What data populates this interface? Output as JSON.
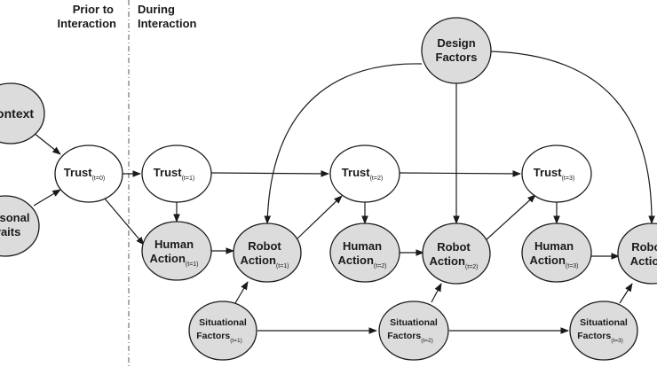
{
  "headers": {
    "prior": [
      "Prior to",
      "Interaction"
    ],
    "during": [
      "During",
      "Interaction"
    ]
  },
  "nodes": {
    "context": {
      "lines": [
        "Context"
      ]
    },
    "personal_traits": {
      "lines": [
        "Personal",
        "Traits"
      ]
    },
    "design_factors": {
      "lines": [
        "Design",
        "Factors"
      ]
    },
    "trust_t0": {
      "main": "Trust",
      "sub": "(t=0)"
    },
    "trust_t1": {
      "main": "Trust",
      "sub": "(t=1)"
    },
    "trust_t2": {
      "main": "Trust",
      "sub": "(t=2)"
    },
    "trust_t3": {
      "main": "Trust",
      "sub": "(t=3)"
    },
    "human_action_t1": {
      "line1": "Human",
      "main": "Action",
      "sub": "(t=1)"
    },
    "human_action_t2": {
      "line1": "Human",
      "main": "Action",
      "sub": "(t=2)"
    },
    "human_action_t3": {
      "line1": "Human",
      "main": "Action",
      "sub": "(t=3)"
    },
    "robot_action_t1": {
      "line1": "Robot",
      "main": "Action",
      "sub": "(t=1)"
    },
    "robot_action_t2": {
      "line1": "Robot",
      "main": "Action",
      "sub": "(t=2)"
    },
    "robot_action_t3": {
      "line1": "Robot",
      "main": "Action"
    },
    "situational_t1": {
      "line1": "Situational",
      "main": "Factors",
      "sub": "(t=1)"
    },
    "situational_t2": {
      "line1": "Situational",
      "main": "Factors",
      "sub": "(t=2)"
    },
    "situational_t3": {
      "line1": "Situational",
      "main": "Factors",
      "sub": "(t=3)"
    }
  },
  "colors": {
    "shaded_fill": "#dcdcdc",
    "white_fill": "#ffffff",
    "stroke": "#1a1a1a"
  }
}
